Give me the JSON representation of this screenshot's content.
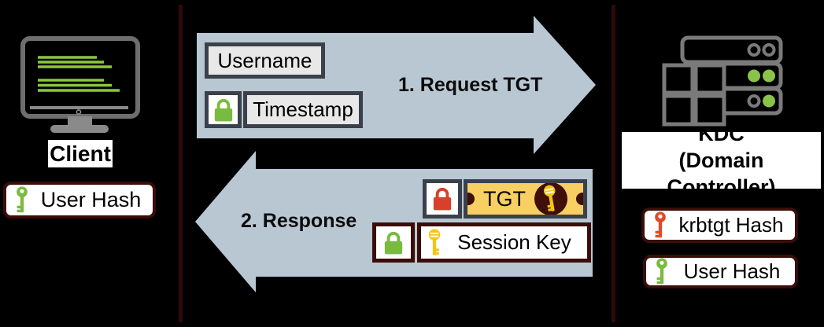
{
  "client": {
    "label": "Client",
    "hash": {
      "label": "User Hash",
      "key_icon": "green-key-icon"
    }
  },
  "request_arrow": {
    "label": "1. Request TGT",
    "username": "Username",
    "timestamp": "Timestamp",
    "lock_icon": "green-lock-icon"
  },
  "response_arrow": {
    "label": "2. Response",
    "tgt": {
      "label": "TGT",
      "lock_icon": "red-lock-icon",
      "key_icon": "gold-key-in-circle-icon"
    },
    "session_key": {
      "label": "Session Key",
      "lock_icon": "green-lock-icon",
      "key_icon": "gold-key-icon"
    }
  },
  "kdc": {
    "label_line1": "KDC",
    "label_line2": "(Domain Controller)",
    "hashes": [
      {
        "label": "krbtgt Hash",
        "key_icon": "red-key-icon"
      },
      {
        "label": "User Hash",
        "key_icon": "green-key-icon"
      }
    ]
  },
  "colors": {
    "background": "#000000",
    "arrow": "#b9c7d3",
    "box_border": "#3a414b",
    "box_fill": "#e8e8e8",
    "maroon_border": "#3a0d08",
    "divider_line": "#2e0a0a",
    "green": "#79bb40",
    "red": "#d7402a",
    "ticket_gold": "#f8cf63",
    "key_gold": "#f4c511",
    "server_gray": "#7a7a7a",
    "monitor_line_green": "#8cc63e"
  }
}
